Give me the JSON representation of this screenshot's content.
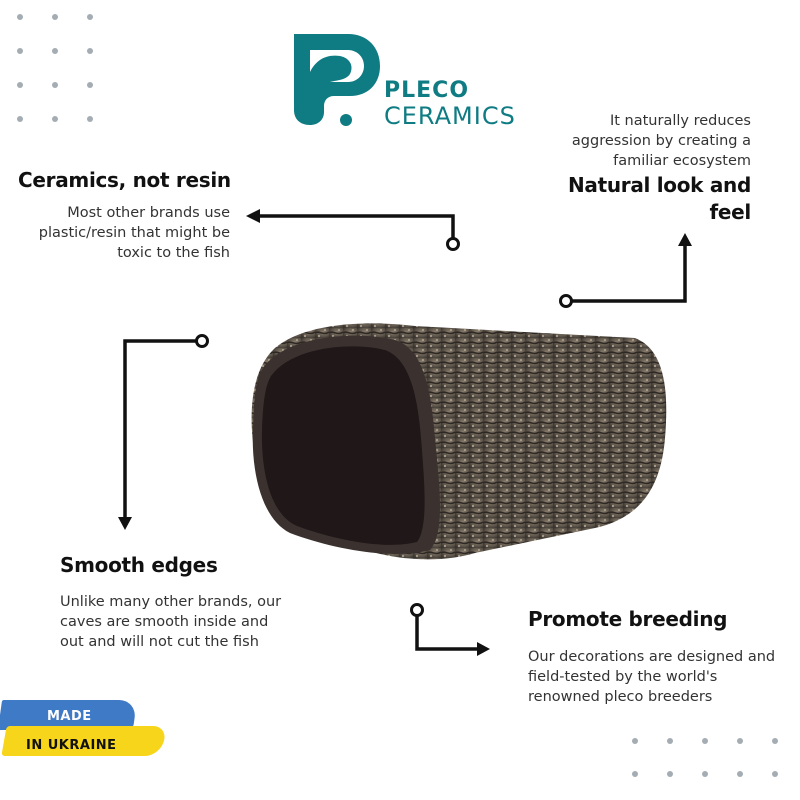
{
  "brand": {
    "line1": "PLECO",
    "line2": "CERAMICS",
    "color": "#0f7b83"
  },
  "features": [
    {
      "title": "Ceramics, not resin",
      "lines": [
        "Most other brands use",
        "plastic/resin that might be",
        "toxic to the fish"
      ]
    },
    {
      "title_lines": [
        "Natural look and",
        "feel"
      ],
      "lines": [
        "It naturally reduces",
        "aggression by creating a",
        "familiar ecosystem"
      ]
    },
    {
      "title": "Smooth edges",
      "lines": [
        "Unlike many other brands, our",
        "caves are smooth inside and",
        "out and will not cut the fish"
      ]
    },
    {
      "title": "Promote breeding",
      "lines": [
        "Our decorations are designed and",
        "field-tested by the world's",
        "renowned  pleco breeders"
      ]
    }
  ],
  "badge": {
    "line1": "MADE",
    "line2": "IN UKRAINE",
    "blue": "#3f7ac6",
    "yellow": "#f7d51b"
  },
  "product": {
    "name": "ceramic log cave"
  }
}
